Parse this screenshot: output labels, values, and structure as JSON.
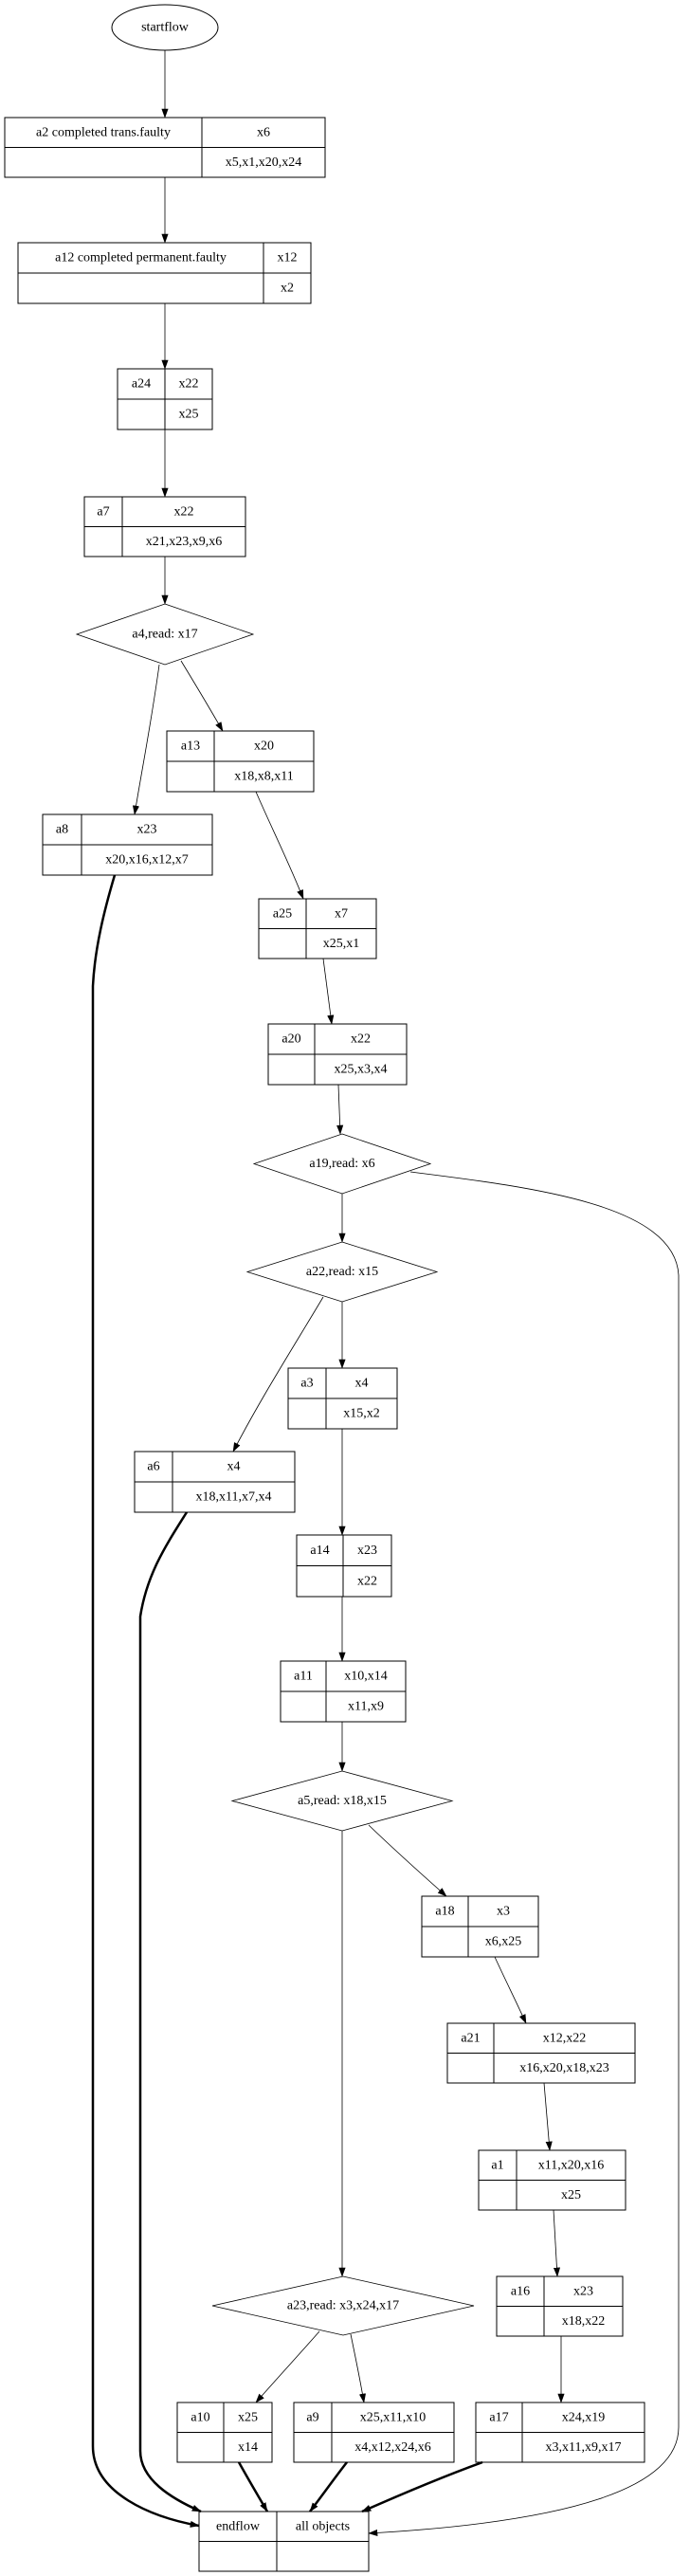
{
  "colors": {
    "stroke": "#000000",
    "background": "#ffffff"
  },
  "start": {
    "id": "start",
    "label": "startflow"
  },
  "records": [
    {
      "id": "a2",
      "name": "a2  completed trans.faulty",
      "write": "x6",
      "read": "x5,x1,x20,x24"
    },
    {
      "id": "a12",
      "name": "a12  completed permanent.faulty",
      "write": "x12",
      "read": "x2"
    },
    {
      "id": "a24",
      "name": "a24",
      "write": "x22",
      "read": "x25"
    },
    {
      "id": "a7",
      "name": "a7",
      "write": "x22",
      "read": "x21,x23,x9,x6"
    },
    {
      "id": "a13",
      "name": "a13",
      "write": "x20",
      "read": "x18,x8,x11"
    },
    {
      "id": "a8",
      "name": "a8",
      "write": "x23",
      "read": "x20,x16,x12,x7"
    },
    {
      "id": "a25",
      "name": "a25",
      "write": "x7",
      "read": "x25,x1"
    },
    {
      "id": "a20",
      "name": "a20",
      "write": "x22",
      "read": "x25,x3,x4"
    },
    {
      "id": "a3",
      "name": "a3",
      "write": "x4",
      "read": "x15,x2"
    },
    {
      "id": "a6",
      "name": "a6",
      "write": "x4",
      "read": "x18,x11,x7,x4"
    },
    {
      "id": "a14",
      "name": "a14",
      "write": "x23",
      "read": "x22"
    },
    {
      "id": "a11",
      "name": "a11",
      "write": "x10,x14",
      "read": "x11,x9"
    },
    {
      "id": "a18",
      "name": "a18",
      "write": "x3",
      "read": "x6,x25"
    },
    {
      "id": "a21",
      "name": "a21",
      "write": "x12,x22",
      "read": "x16,x20,x18,x23"
    },
    {
      "id": "a1",
      "name": "a1",
      "write": "x11,x20,x16",
      "read": "x25"
    },
    {
      "id": "a16",
      "name": "a16",
      "write": "x23",
      "read": "x18,x22"
    },
    {
      "id": "a10",
      "name": "a10",
      "write": "x25",
      "read": "x14"
    },
    {
      "id": "a9",
      "name": "a9",
      "write": "x25,x11,x10",
      "read": "x4,x12,x24,x6"
    },
    {
      "id": "a17",
      "name": "a17",
      "write": "x24,x19",
      "read": "x3,x11,x9,x17"
    },
    {
      "id": "end",
      "name": "endflow",
      "write": "all objects",
      "read": ""
    }
  ],
  "decisions": [
    {
      "id": "a4",
      "label": "a4,read: x17"
    },
    {
      "id": "a19",
      "label": "a19,read: x6"
    },
    {
      "id": "a22",
      "label": "a22,read: x15"
    },
    {
      "id": "a5",
      "label": "a5,read: x18,x15"
    },
    {
      "id": "a23",
      "label": "a23,read: x3,x24,x17"
    }
  ],
  "edges": [
    {
      "from": "start",
      "to": "a2",
      "bold": false
    },
    {
      "from": "a2",
      "to": "a12",
      "bold": false
    },
    {
      "from": "a12",
      "to": "a24",
      "bold": false
    },
    {
      "from": "a24",
      "to": "a7",
      "bold": false
    },
    {
      "from": "a7",
      "to": "a4",
      "bold": false
    },
    {
      "from": "a4",
      "to": "a8",
      "bold": false
    },
    {
      "from": "a4",
      "to": "a13",
      "bold": false
    },
    {
      "from": "a13",
      "to": "a25",
      "bold": false
    },
    {
      "from": "a25",
      "to": "a20",
      "bold": false
    },
    {
      "from": "a20",
      "to": "a19",
      "bold": false
    },
    {
      "from": "a19",
      "to": "a22",
      "bold": false
    },
    {
      "from": "a19",
      "to": "end",
      "bold": false
    },
    {
      "from": "a22",
      "to": "a6",
      "bold": false
    },
    {
      "from": "a22",
      "to": "a3",
      "bold": false
    },
    {
      "from": "a3",
      "to": "a14",
      "bold": false
    },
    {
      "from": "a14",
      "to": "a11",
      "bold": false
    },
    {
      "from": "a11",
      "to": "a5",
      "bold": false
    },
    {
      "from": "a5",
      "to": "a18",
      "bold": false
    },
    {
      "from": "a5",
      "to": "a23",
      "bold": false
    },
    {
      "from": "a18",
      "to": "a21",
      "bold": false
    },
    {
      "from": "a21",
      "to": "a1",
      "bold": false
    },
    {
      "from": "a1",
      "to": "a16",
      "bold": false
    },
    {
      "from": "a16",
      "to": "a17",
      "bold": false
    },
    {
      "from": "a23",
      "to": "a10",
      "bold": false
    },
    {
      "from": "a23",
      "to": "a9",
      "bold": false
    },
    {
      "from": "a10",
      "to": "end",
      "bold": true
    },
    {
      "from": "a9",
      "to": "end",
      "bold": true
    },
    {
      "from": "a17",
      "to": "end",
      "bold": true
    },
    {
      "from": "a8",
      "to": "end",
      "bold": true
    },
    {
      "from": "a6",
      "to": "end",
      "bold": true
    }
  ]
}
